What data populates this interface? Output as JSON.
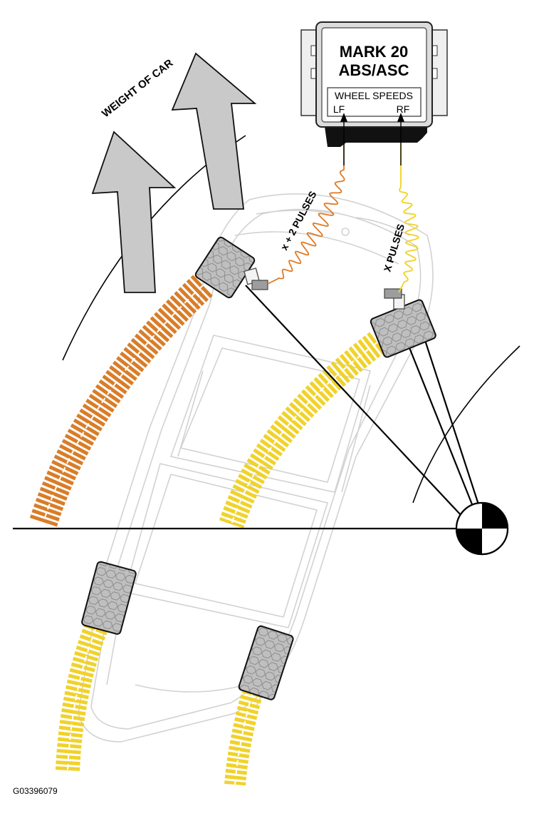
{
  "ecu": {
    "title_line1": "MARK 20",
    "title_line2": "ABS/ASC",
    "panel_label": "WHEEL SPEEDS",
    "left_port": "LF",
    "right_port": "RF"
  },
  "labels": {
    "weight": "WEIGHT OF CAR",
    "left_pulses": "x + 2 PULSES",
    "right_pulses": "X PULSES"
  },
  "figure_id": "G03396079",
  "colors": {
    "left_sensor_wire": "#e07a24",
    "right_sensor_wire": "#f2d21e",
    "left_track": "#d97d28",
    "right_track": "#f0d22a",
    "tire": "#bdbdbd",
    "arrow": "#c9c9c9",
    "car_outline": "#cfcfcf",
    "ecu_body": "#dcdcdc"
  },
  "icons": {
    "center_of_gravity": "center-of-gravity-icon"
  }
}
